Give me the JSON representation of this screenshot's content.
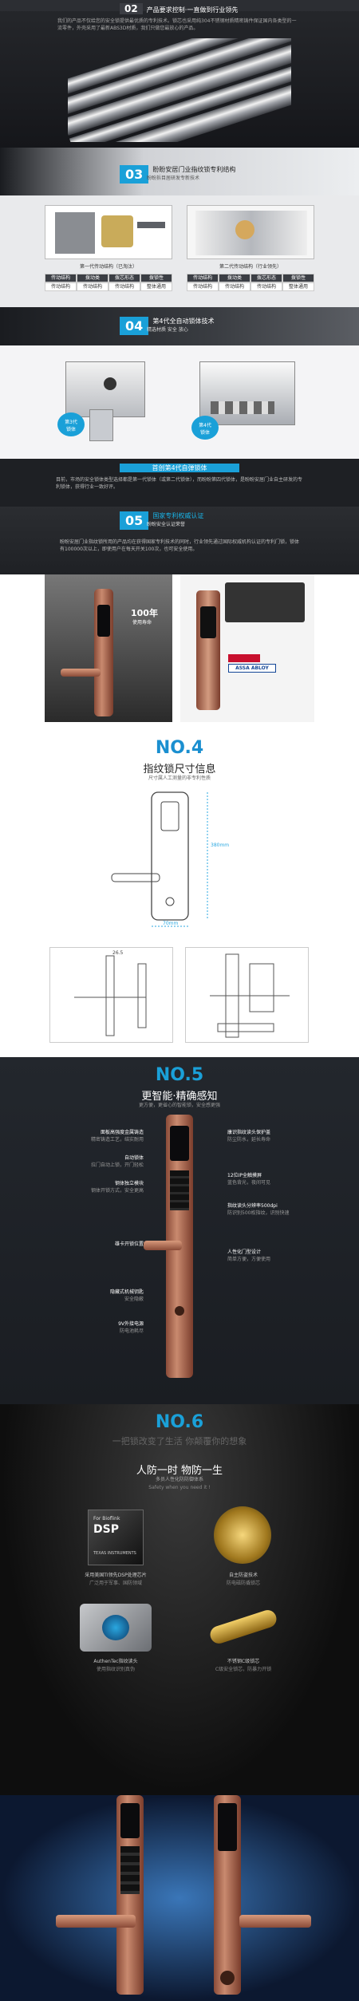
{
  "s02": {
    "num": "02",
    "title": "产品要求控制·一直做到行业领先",
    "desc": "我们的产品不仅给您的安全锁提供最优质的专利技术。锁芯也采用纯304不锈钢材质精密铸件保证国内各类型的一流零件，外壳采用了最新ABS3D材质，我们只做您最放心的产品。"
  },
  "s03": {
    "num": "03",
    "title": "盼盼安居门业指纹锁专利结构",
    "sub": "盼盼拆目居研发专新技术",
    "cap1": "第一代传动结构（已淘汰）",
    "cap2": "第二代传动结构（行业领先）",
    "row1": [
      "传动结构",
      "拨动类",
      "拨芯形态",
      "拨锁性"
    ],
    "row1b": [
      "传动结构",
      "拨动类",
      "拨芯形态",
      "拨锁性"
    ],
    "row2": [
      "传动结构",
      "传动结构",
      "传动结构",
      "整体通用"
    ],
    "row2b": [
      "传动结构",
      "传动结构",
      "传动结构",
      "整体通用"
    ]
  },
  "s04": {
    "num": "04",
    "title": "第4代全自动锁体技术",
    "sub": "精选材质 安全 放心",
    "badge1": "第3代\n锁体",
    "badge2": "第4代\n锁体",
    "banner": "首创第4代自弹锁体",
    "desc": "目前，市场的安全锁体类型选择都是第一代锁体（或第二代锁体），而盼盼第四代锁体，是盼盼安居门业自主研发的专利锁体，获得行业一致好评。"
  },
  "s05": {
    "num": "05",
    "title": "国家专利权威认证",
    "sub": "盼盼安全认证荣誉",
    "desc": "盼盼安居门业指纹锁所用的产品均在获得国家专利技术的同时，行业领先通过国际权威机构认证的专利门锁，锁体有100000次以上，即使用户在每天开关100次，也可安全使用。"
  },
  "s_photo": {
    "years": "100年",
    "years_sub": "使用寿命",
    "brand": "ASSA ABLOY"
  },
  "no4": {
    "num": "NO.4",
    "title": "指纹锁尺寸信息",
    "sub": "尺寸属人工测量的非专利性质",
    "dim_h": "380mm",
    "dim_w": "70mm",
    "dim_side": "26.5"
  },
  "no5": {
    "num": "NO.5",
    "title": "更智能·精确感知",
    "sub": "更方便，更省心的智能锁，安全感更强",
    "left": [
      {
        "t": "面板高强度金属铸造",
        "d": "精密铸造工艺，结实耐用"
      },
      {
        "t": "自动锁体",
        "d": "拉门自动上锁，开门轻松"
      },
      {
        "t": "钢体独立模块",
        "d": "钢体开锁方式，安全更高"
      },
      {
        "t": "雄卡开锁位置",
        "d": ""
      },
      {
        "t": "隐藏式机械钥匙",
        "d": "安全隐蔽"
      },
      {
        "t": "9V外接电源",
        "d": "防电池耗尽"
      }
    ],
    "right": [
      {
        "t": "康识指纹读头保护盖",
        "d": "防尘防水，延长寿命"
      },
      {
        "t": "12位IP全触摸屏",
        "d": "蓝色背光，夜间可见"
      },
      {
        "t": "指纹读头分辨率500dpi",
        "d": "防识别500枚指纹，识别快速"
      },
      {
        "t": "人性化门型设计",
        "d": "简单方便，方便使用"
      }
    ]
  },
  "no6": {
    "num": "NO.6",
    "title": "一把锁改变了生活 你颠覆你的想象",
    "headline": "人防一时 物防一生",
    "sub1": "多员人性化防防御体系",
    "sub2": "Safety when you need it !",
    "chip_brand": "For Bioflink",
    "chip_name": "DSP",
    "ti": "TEXAS INSTRUMENTS",
    "f1": "采用美国TI领先DSP处理芯片",
    "f1b": "广泛用于军事、国防领域",
    "f2": "自主防盗技术",
    "f2b": "防电磁防撬锁芯",
    "f3": "AuthenTec指纹读头",
    "f3b": "使用指纹识别真伪",
    "f4": "不锈钢C级锁芯",
    "f4b": "C级安全锁芯，防暴力开锁"
  }
}
